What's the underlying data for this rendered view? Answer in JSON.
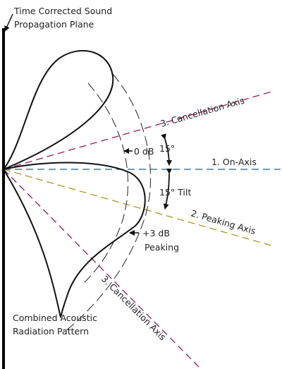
{
  "labels": {
    "plane_line1": "Time Corrected Sound",
    "plane_line2": "Propagation Plane",
    "cancel_upper": "3. Cancellation Axis",
    "on_axis": "1. On-Axis",
    "zero_db": "0 dB",
    "angle_top": "15°",
    "angle_tilt": "15° Tilt",
    "peaking_axis": "2. Peaking Axis",
    "plus3_line1": "+3 dB",
    "plus3_line2": "Peaking",
    "pattern_line1": "Combined Acoustic",
    "pattern_line2": "Radiation Pattern",
    "cancel_lower": "3. Cancellation Axis"
  },
  "colors": {
    "cancellation_axis": "#9b1b5a",
    "on_axis": "#1f5f8f",
    "peaking_axis": "#a59a1c",
    "outline": "#111111",
    "dashed_arc": "#222222"
  },
  "angles_deg": {
    "on_axis_to_cancellation": 15,
    "peaking_tilt": 15
  }
}
